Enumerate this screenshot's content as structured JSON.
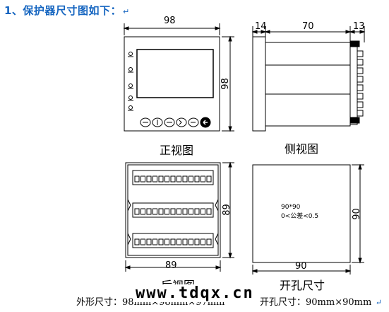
{
  "heading": "1、保护器尺寸图如下：",
  "views": {
    "front": {
      "label": "正视图",
      "width": "98",
      "height": "98"
    },
    "side": {
      "label": "侧视图",
      "dims": [
        "14",
        "70",
        "13"
      ]
    },
    "rear": {
      "label": "后视图",
      "width": "89",
      "height": "89"
    },
    "cutout": {
      "label": "开孔尺寸",
      "width": "90",
      "height": "90",
      "note1": "90*90",
      "note2": "0<公差<0.5"
    }
  },
  "captions": {
    "outline": "外形尺寸：98mm×98mm×97mm",
    "hole": "开孔尺寸：90mm×90mm"
  },
  "watermark": "www.tdqx.cn"
}
